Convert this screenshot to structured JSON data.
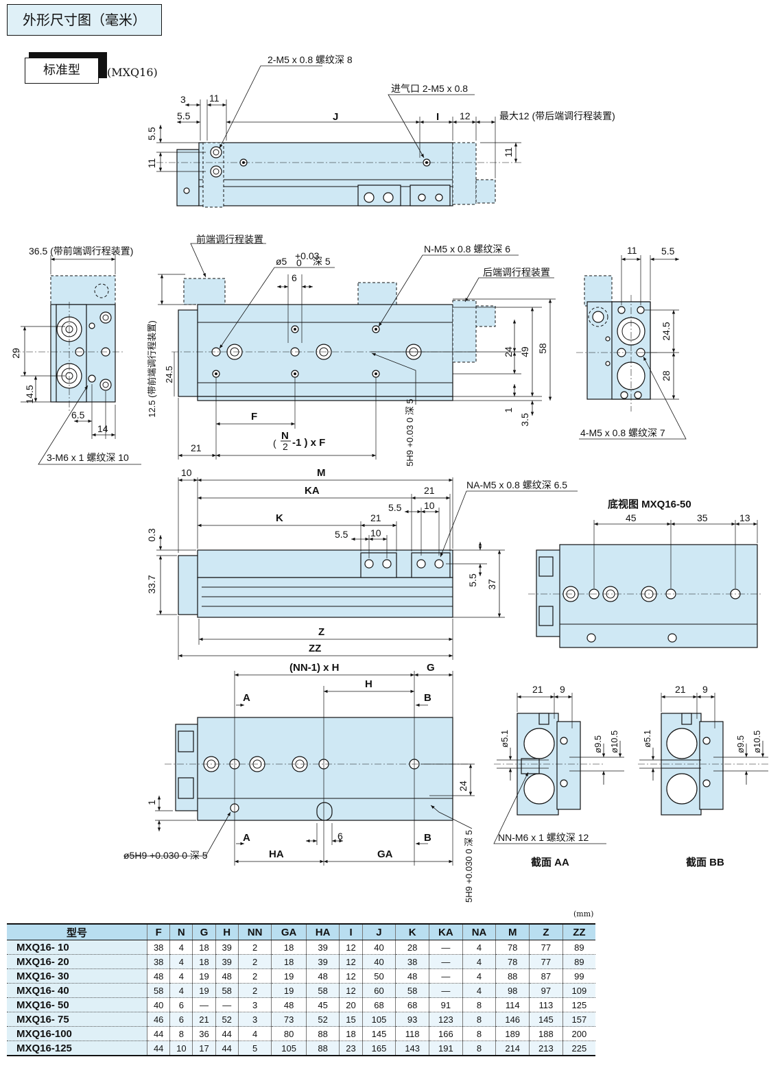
{
  "header": {
    "title": "外形尺寸图（毫米）"
  },
  "variant": {
    "label": "标准型",
    "model": "(MXQ16)"
  },
  "colors": {
    "body": "#cfe8f4",
    "line": "#111111",
    "header_bg": "#dff0f7",
    "table_head": "#b9def0"
  },
  "views": {
    "top": {
      "callout_thread": "2-M5 x 0.8 螺纹深 8",
      "callout_port": "进气口 2-M5 x 0.8",
      "dims": {
        "d3": "3",
        "d11": "11",
        "d55": "5.5",
        "J": "J",
        "I": "I",
        "d12": "12",
        "max12": "最大12 (带后端调行程装置)",
        "v55": "5.5",
        "v11": "11",
        "r11": "11"
      }
    },
    "front": {
      "front_adjuster": "前端调行程装置",
      "rear_adjuster": "后端调行程装置",
      "left_adjuster_dim": "36.5 (带前端调行程装置)",
      "vertical_adjuster": "12.5 (带前端调行程装置)",
      "pin_hole_a": "ø5",
      "pin_hole_b": "+0.03",
      "pin_hole_c": "0",
      "pin_hole_d": "深 5",
      "n_thread": "N-M5 x 0.8 螺纹深 6",
      "slot": "5H9 +0.03 0 深 5",
      "formula_n": "N",
      "formula_2": "2",
      "formula_rest": "-1 ) x F",
      "dims": {
        "d6": "6",
        "F": "F",
        "d21": "21",
        "d24": "24",
        "d49": "49",
        "d58": "58",
        "d1": "1",
        "d35": "3.5",
        "d245": "24.5"
      }
    },
    "end_left": {
      "callout": "3-M6 x 1 螺纹深 10",
      "dims": {
        "d29": "29",
        "d145": "14.5",
        "d65": "6.5",
        "d14": "14"
      }
    },
    "end_right": {
      "callout": "4-M5 x 0.8  螺纹深 7",
      "dims": {
        "d11": "11",
        "d55": "5.5",
        "d245": "24.5",
        "d28": "28"
      }
    },
    "side": {
      "callout": "NA-M5 x 0.8 螺纹深 6.5",
      "dims": {
        "d10": "10",
        "M": "M",
        "KA": "KA",
        "K": "K",
        "d21a": "21",
        "d55a": "5.5",
        "d10a": "10",
        "d21b": "21",
        "d55b": "5.5",
        "d10b": "10",
        "d03": "0.3",
        "d337": "33.7",
        "d55c": "5.5",
        "d37": "37",
        "Z": "Z",
        "ZZ": "ZZ"
      }
    },
    "bottom_view": {
      "title": "底视图  MXQ16-50",
      "dims": {
        "d45": "45",
        "d35": "35",
        "d13": "13"
      }
    },
    "bottom": {
      "pin_hole": "ø5H9 +0.030 0 深 5",
      "slot": "5H9 +0.030 0 深 5",
      "dims": {
        "NNH": "(NN-1) x H",
        "G": "G",
        "H": "H",
        "A1": "A",
        "B1": "B",
        "A2": "A",
        "B2": "B",
        "HA": "HA",
        "GA": "GA",
        "d6": "6",
        "d24": "24",
        "d1": "1"
      }
    },
    "section_aa": {
      "label": "截面 AA",
      "callout": "NN-M6 x 1 螺纹深 12",
      "dims": {
        "d21": "21",
        "d9": "9",
        "d51": "ø5.1",
        "d95": "ø9.5",
        "d105": "ø10.5"
      }
    },
    "section_bb": {
      "label": "截面 BB",
      "dims": {
        "d21": "21",
        "d9": "9",
        "d51": "ø5.1",
        "d95": "ø9.5",
        "d105": "ø10.5"
      }
    }
  },
  "table": {
    "unit": "(mm)",
    "headers": [
      "型号",
      "F",
      "N",
      "G",
      "H",
      "NN",
      "GA",
      "HA",
      "I",
      "J",
      "K",
      "KA",
      "NA",
      "M",
      "Z",
      "ZZ"
    ],
    "rows": [
      [
        "MXQ16- 10",
        "38",
        "4",
        "18",
        "39",
        "2",
        "18",
        "39",
        "12",
        "40",
        "28",
        "—",
        "4",
        "78",
        "77",
        "89"
      ],
      [
        "MXQ16- 20",
        "38",
        "4",
        "18",
        "39",
        "2",
        "18",
        "39",
        "12",
        "40",
        "38",
        "—",
        "4",
        "78",
        "77",
        "89"
      ],
      [
        "MXQ16- 30",
        "48",
        "4",
        "19",
        "48",
        "2",
        "19",
        "48",
        "12",
        "50",
        "48",
        "—",
        "4",
        "88",
        "87",
        "99"
      ],
      [
        "MXQ16- 40",
        "58",
        "4",
        "19",
        "58",
        "2",
        "19",
        "58",
        "12",
        "60",
        "58",
        "—",
        "4",
        "98",
        "97",
        "109"
      ],
      [
        "MXQ16- 50",
        "40",
        "6",
        "—",
        "—",
        "3",
        "48",
        "45",
        "20",
        "68",
        "68",
        "91",
        "8",
        "114",
        "113",
        "125"
      ],
      [
        "MXQ16- 75",
        "46",
        "6",
        "21",
        "52",
        "3",
        "73",
        "52",
        "15",
        "105",
        "93",
        "123",
        "8",
        "146",
        "145",
        "157"
      ],
      [
        "MXQ16-100",
        "44",
        "8",
        "36",
        "44",
        "4",
        "80",
        "88",
        "18",
        "145",
        "118",
        "166",
        "8",
        "189",
        "188",
        "200"
      ],
      [
        "MXQ16-125",
        "44",
        "10",
        "17",
        "44",
        "5",
        "105",
        "88",
        "23",
        "165",
        "143",
        "191",
        "8",
        "214",
        "213",
        "225"
      ]
    ]
  }
}
